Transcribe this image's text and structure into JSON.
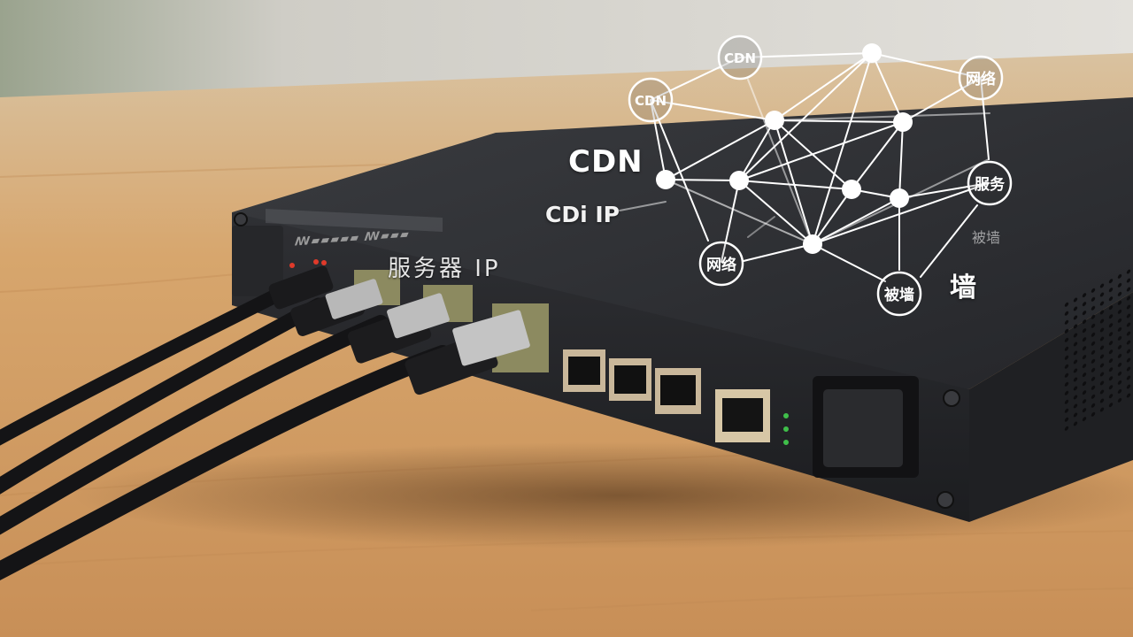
{
  "colors": {
    "wall": "#d8d6d0",
    "table": "#d9ac76",
    "table_dark": "#b98651",
    "device_body": "#2a2b2e",
    "device_top": "#34363a",
    "network_line": "#ffffff",
    "node_fill": "#ffffff",
    "led_red": "#e03a2a",
    "led_green": "#3fbf4a"
  },
  "overlay": {
    "cdn_large": "CDN",
    "cdn_ip": "CDі IP",
    "server_ip": "服务器 IP",
    "beiqiang_small": "被墙",
    "qiang": "墙"
  },
  "device": {
    "label": "ꟿ▰▰▰▰▰ ꟿ▰▰▰"
  },
  "network": {
    "labeled_nodes": [
      {
        "id": "cdn_top",
        "label": "CDN"
      },
      {
        "id": "cdn_left",
        "label": "CDN"
      },
      {
        "id": "wangluo_top",
        "label": "网络"
      },
      {
        "id": "fuwu",
        "label": "服务"
      },
      {
        "id": "wangluo_bottom",
        "label": "网络"
      },
      {
        "id": "beiqiang",
        "label": "被墙"
      }
    ]
  }
}
